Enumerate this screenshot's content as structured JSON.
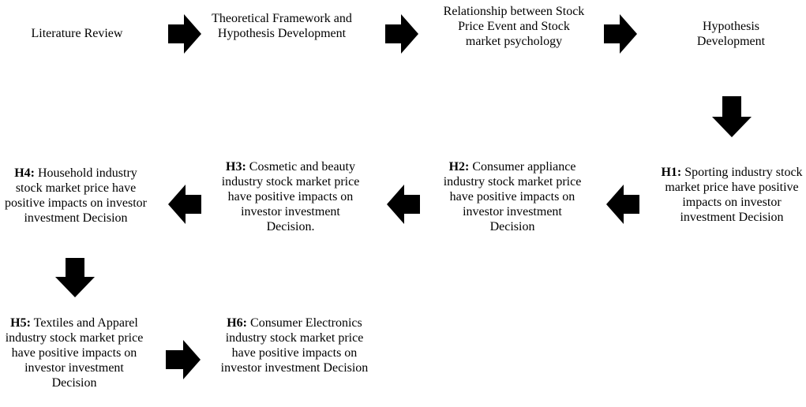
{
  "diagram": {
    "type": "flowchart",
    "nodes": [
      {
        "id": "n1",
        "label": "",
        "text": "Literature Review"
      },
      {
        "id": "n2",
        "label": "",
        "text": "Theoretical Framework and Hypothesis Development"
      },
      {
        "id": "n3",
        "label": "",
        "text": "Relationship between Stock Price Event and Stock market psychology"
      },
      {
        "id": "n4",
        "label": "",
        "text": "Hypothesis Development"
      },
      {
        "id": "h1",
        "label": "H1:",
        "text": "Sporting industry stock market price have positive impacts on investor investment Decision"
      },
      {
        "id": "h2",
        "label": "H2:",
        "text": "Consumer appliance industry stock market price have positive impacts on investor investment Decision"
      },
      {
        "id": "h3",
        "label": "H3:",
        "text": "Cosmetic and beauty industry stock market price have positive impacts on investor investment Decision."
      },
      {
        "id": "h4",
        "label": "H4:",
        "text": "Household industry stock market price have positive impacts on investor investment Decision"
      },
      {
        "id": "h5",
        "label": "H5:",
        "text": "Textiles and Apparel industry stock market price have positive impacts on investor investment Decision"
      },
      {
        "id": "h6",
        "label": "H6:",
        "text": "Consumer Electronics  industry stock market price have positive impacts on investor investment Decision"
      }
    ],
    "edges": [
      {
        "from": "n1",
        "to": "n2",
        "direction": "right"
      },
      {
        "from": "n2",
        "to": "n3",
        "direction": "right"
      },
      {
        "from": "n3",
        "to": "n4",
        "direction": "right"
      },
      {
        "from": "n4",
        "to": "h1",
        "direction": "down"
      },
      {
        "from": "h1",
        "to": "h2",
        "direction": "left"
      },
      {
        "from": "h2",
        "to": "h3",
        "direction": "left"
      },
      {
        "from": "h3",
        "to": "h4",
        "direction": "left"
      },
      {
        "from": "h4",
        "to": "h5",
        "direction": "down"
      },
      {
        "from": "h5",
        "to": "h6",
        "direction": "right"
      }
    ],
    "arrow_color": "#000000",
    "text_color": "#000000"
  }
}
